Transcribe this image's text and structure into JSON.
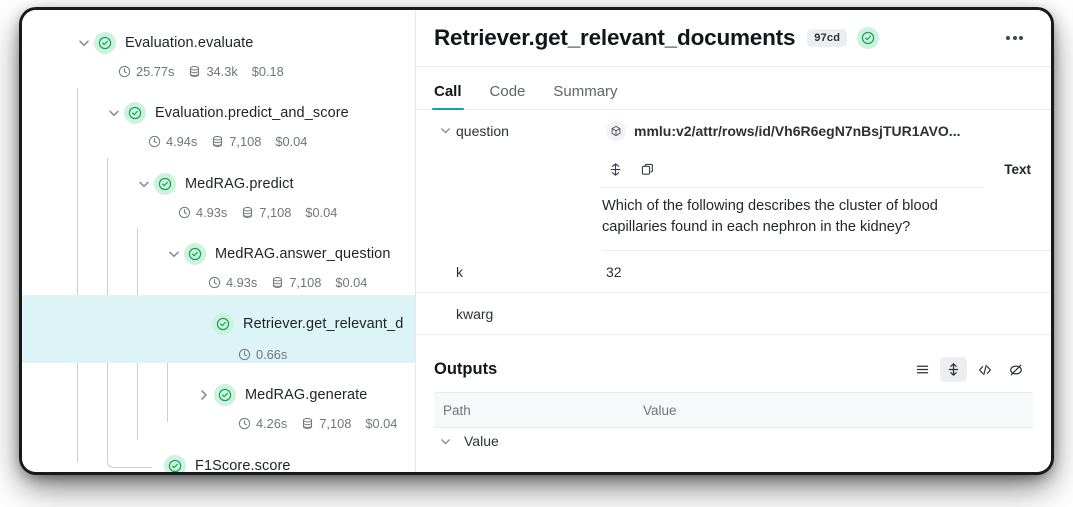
{
  "tree": {
    "nodes": [
      {
        "label": "Evaluation.evaluate",
        "caret": "chevron-down",
        "status": "success",
        "duration": "25.77s",
        "tokens": "34.3k",
        "cost": "$0.18",
        "depth": 0,
        "selected": false
      },
      {
        "label": "Evaluation.predict_and_score",
        "caret": "chevron-down",
        "status": "success",
        "duration": "4.94s",
        "tokens": "7,108",
        "cost": "$0.04",
        "depth": 1,
        "selected": false
      },
      {
        "label": "MedRAG.predict",
        "caret": "chevron-down",
        "status": "success",
        "duration": "4.93s",
        "tokens": "7,108",
        "cost": "$0.04",
        "depth": 2,
        "selected": false
      },
      {
        "label": "MedRAG.answer_question",
        "caret": "chevron-down",
        "status": "success",
        "duration": "4.93s",
        "tokens": "7,108",
        "cost": "$0.04",
        "depth": 3,
        "selected": false
      },
      {
        "label": "Retriever.get_relevant_d",
        "caret": "none",
        "status": "success",
        "duration": "0.66s",
        "tokens": "",
        "cost": "",
        "depth": 4,
        "selected": true
      },
      {
        "label": "MedRAG.generate",
        "caret": "chevron-right",
        "status": "success",
        "duration": "4.26s",
        "tokens": "7,108",
        "cost": "$0.04",
        "depth": 4,
        "selected": false
      },
      {
        "label": "F1Score.score",
        "caret": "none",
        "status": "success",
        "duration": "",
        "tokens": "",
        "cost": "",
        "depth": 3,
        "selected": false
      }
    ]
  },
  "detail": {
    "title": "Retriever.get_relevant_documents",
    "badge": "97cd",
    "status": "success",
    "menu_icon": "more-horizontal-icon",
    "tabs": [
      {
        "label": "Call",
        "active": true
      },
      {
        "label": "Code",
        "active": false
      },
      {
        "label": "Summary",
        "active": false
      }
    ],
    "inputs": [
      {
        "name": "question",
        "caret": "chevron-down",
        "value_ref": "mmlu:v2/attr/rows/id/Vh6R6egN7nBsjTUR1AVO...",
        "ref_icon": "cube-icon"
      },
      {
        "name": "k",
        "caret": "none",
        "value": "32"
      },
      {
        "name": "kwarg",
        "caret": "none",
        "value": ""
      }
    ],
    "text_panel": {
      "format_label": "Text",
      "tools": [
        "format-icon",
        "copy-icon"
      ],
      "body": "Which of the following describes the cluster of blood capillaries found in each nephron in the kidney?"
    },
    "outputs": {
      "title": "Outputs",
      "tools": [
        {
          "icon": "list-view-icon",
          "active": false
        },
        {
          "icon": "expand-vertical-icon",
          "active": true
        },
        {
          "icon": "code-view-icon",
          "active": false
        },
        {
          "icon": "hide-icon",
          "active": false
        }
      ],
      "columns": [
        "Path",
        "Value"
      ],
      "rows": [
        {
          "caret": "chevron-down",
          "path": "Value",
          "value": ""
        }
      ]
    }
  },
  "colors": {
    "accent": "#18a0ae",
    "selected_row": "#ddf4f7",
    "status_green": "#0f9d58",
    "status_green_bg": "#cdf2dd"
  }
}
